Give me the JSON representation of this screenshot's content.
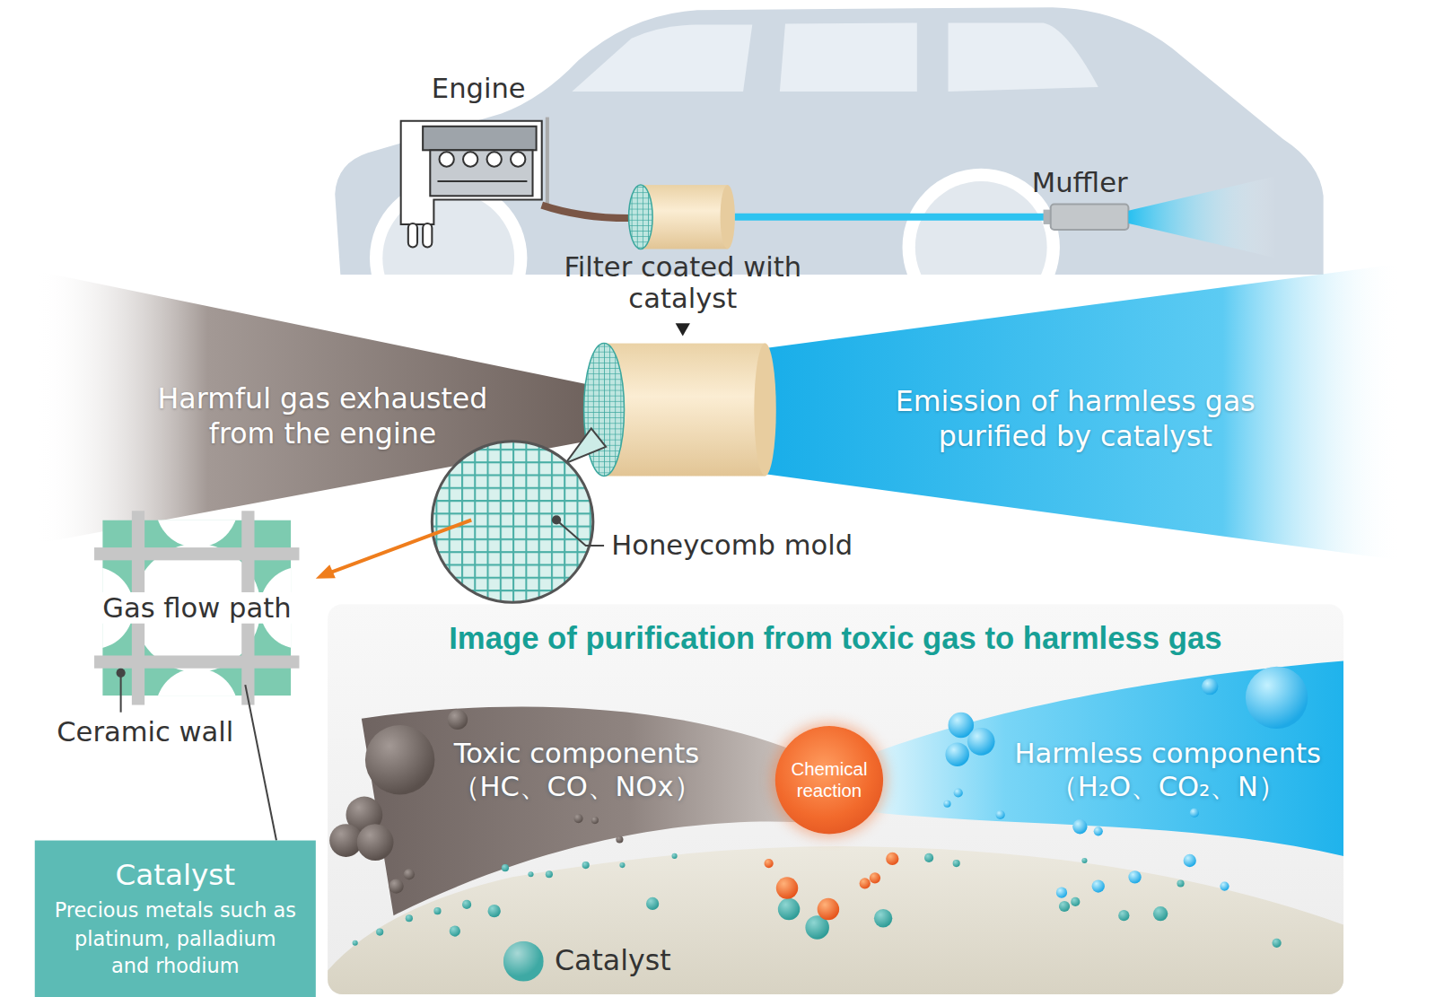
{
  "diagram": {
    "nodes": [
      {
        "text": [
          "Harmful gas exhausted from the engine"
        ]
      },
      {
        "text": [
          "Emission of harmless gas purified by catalyst"
        ]
      },
      {
        "text": [
          "Image of purification from toxic gas to harmless gas"
        ]
      },
      {
        "text": [
          "Toxic components",
          "（HC、CO、NOx）"
        ],
        "in": 2
      },
      {
        "text": [
          "Chemical reaction"
        ],
        "in": 2
      },
      {
        "text": [
          "Harmless components",
          "（H₂O、CO₂、N）"
        ],
        "in": 2
      },
      {
        "text": [
          "Catalyst",
          "Precious metals such as platinum, palladium and rhodium"
        ]
      }
    ],
    "labels": [
      "Engine",
      "Muffler",
      "Filter coated with catalyst",
      "Honeycomb mold",
      "Gas flow path",
      "Ceramic wall"
    ],
    "legend": [
      {
        "text": "Catalyst",
        "color": "#3ea9a4"
      }
    ]
  }
}
